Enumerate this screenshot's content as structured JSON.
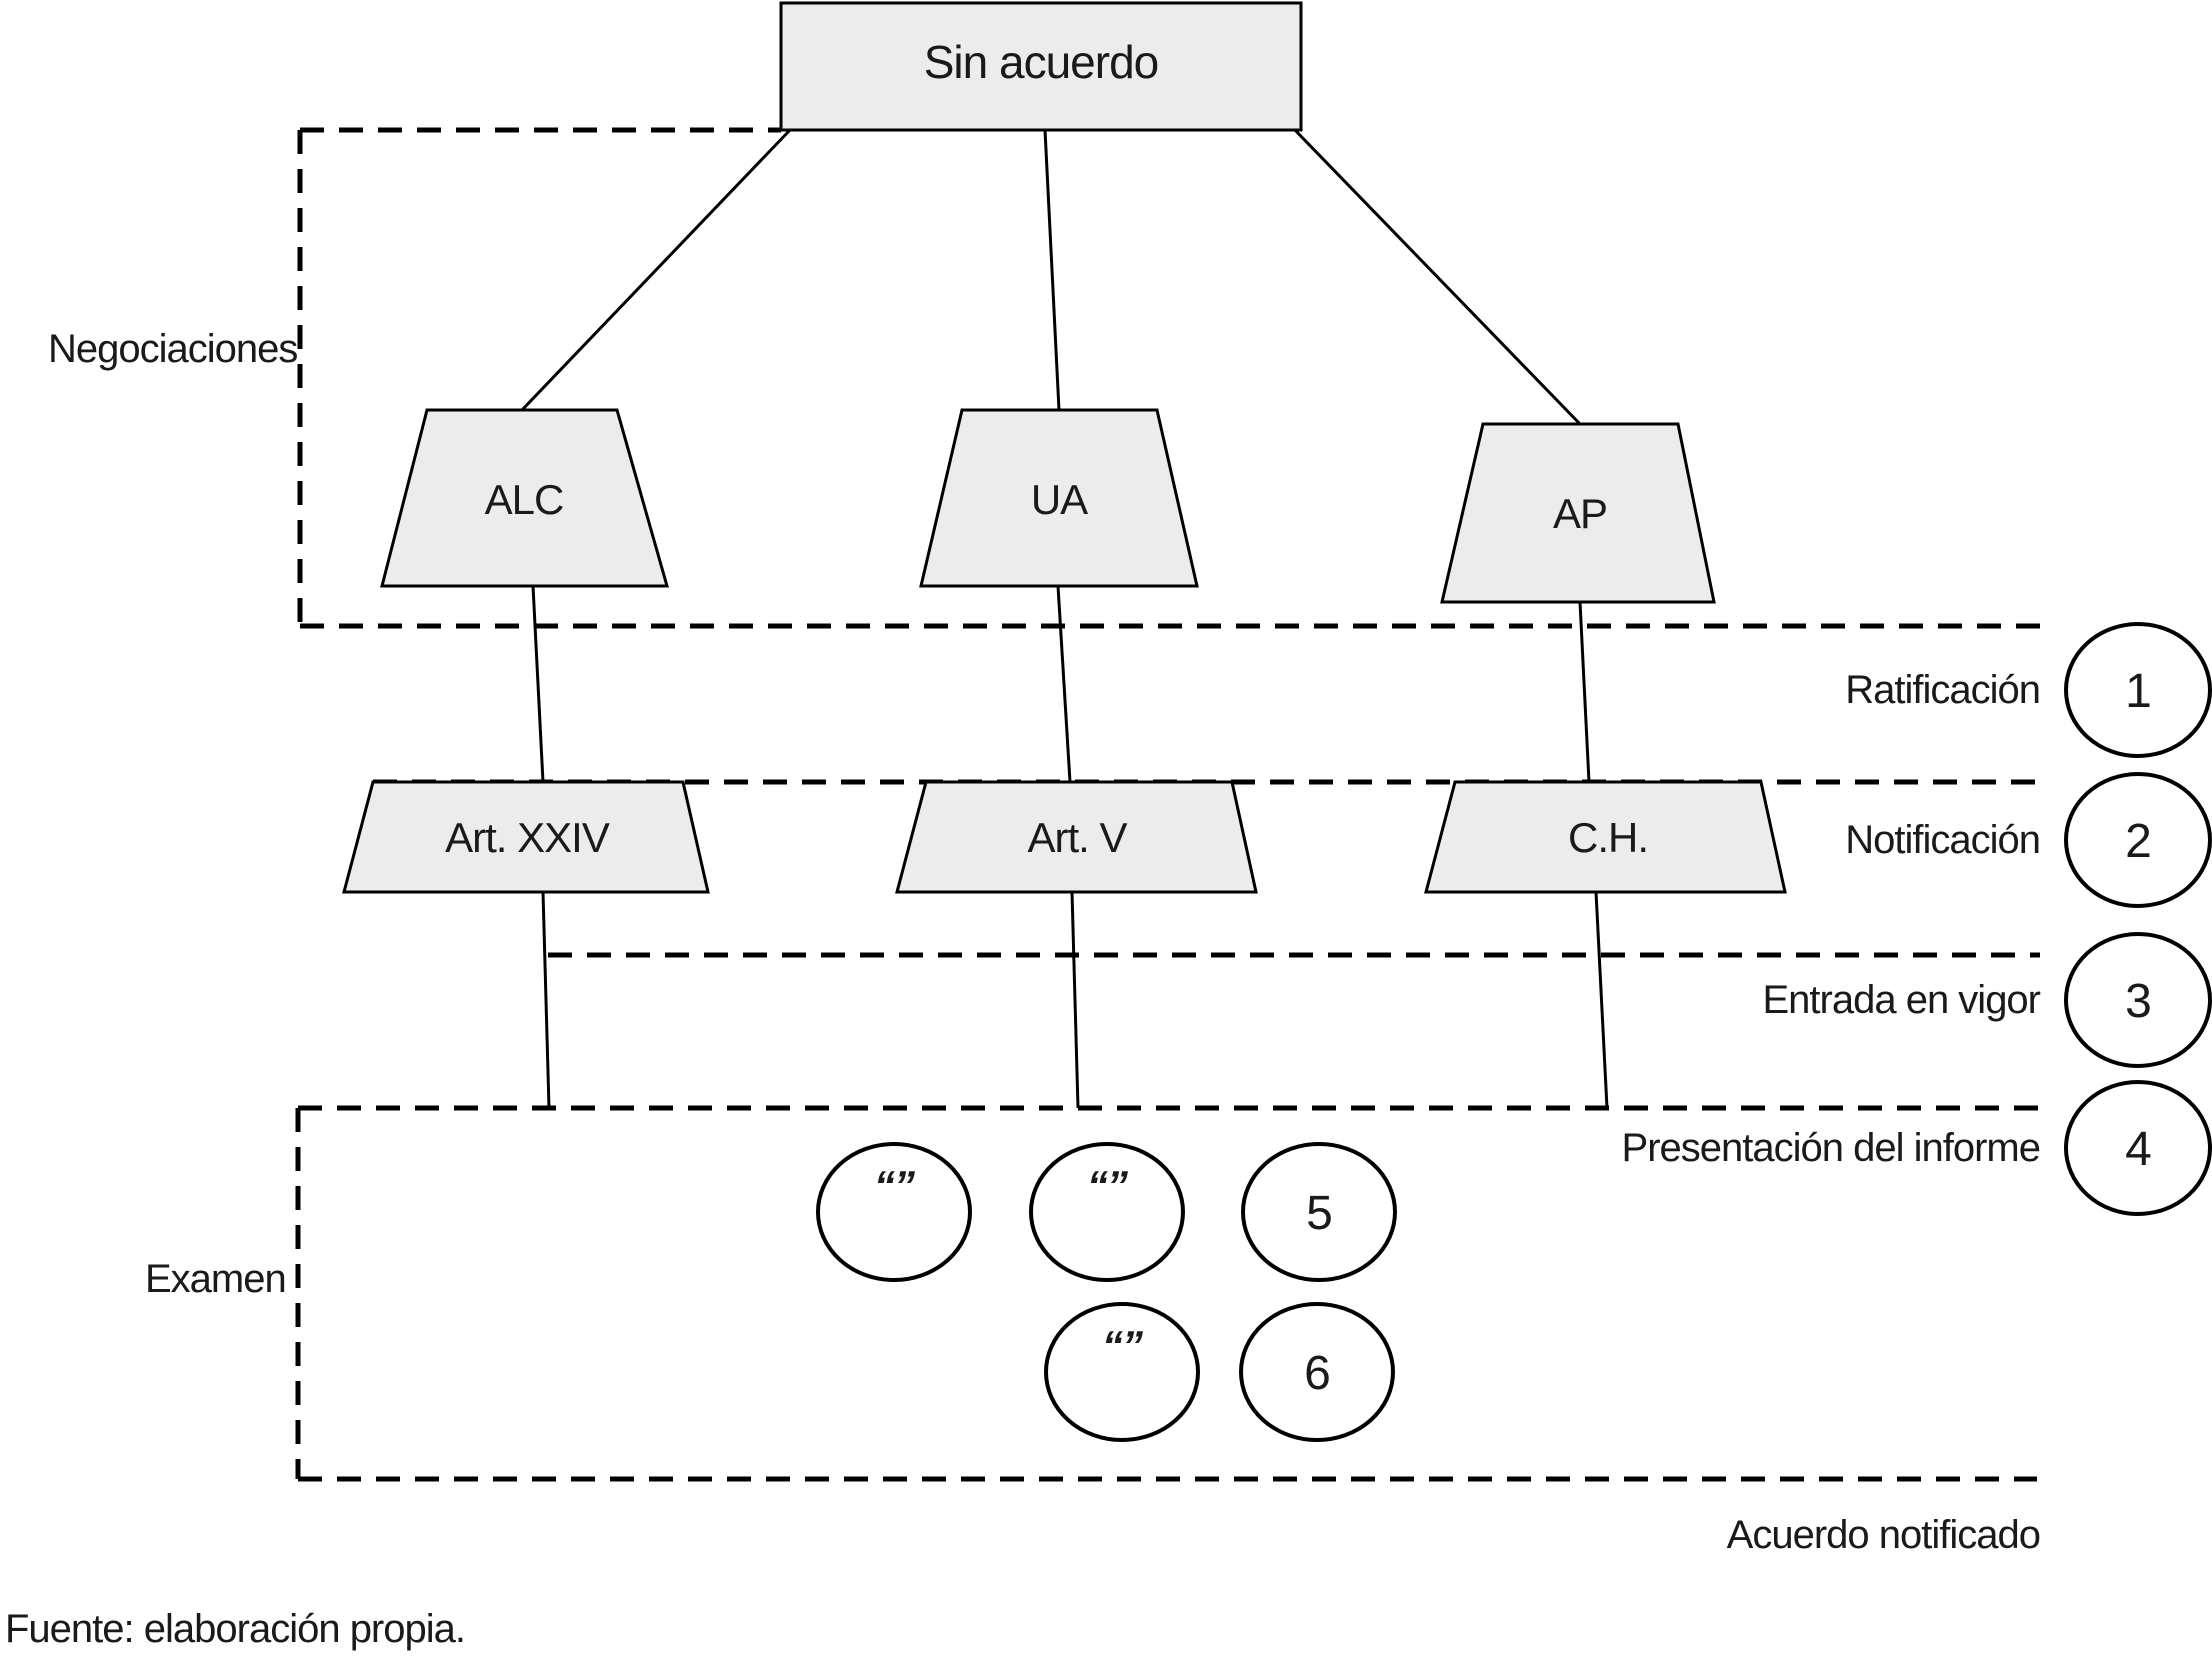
{
  "title_box": {
    "label": "Sin acuerdo"
  },
  "negotiation_shapes": [
    {
      "label": "ALC"
    },
    {
      "label": "UA"
    },
    {
      "label": "AP"
    }
  ],
  "notification_shapes": [
    {
      "label": "Art. XXIV"
    },
    {
      "label": "Art. V"
    },
    {
      "label": "C.H."
    }
  ],
  "stage_labels": [
    {
      "label": "Ratificación",
      "number": "1"
    },
    {
      "label": "Notificación",
      "number": "2"
    },
    {
      "label": "Entrada en vigor",
      "number": "3"
    },
    {
      "label": "Presentación del informe",
      "number": "4"
    }
  ],
  "region_labels": {
    "negotiations": "Negociaciones",
    "exam": "Examen",
    "agreement_notified": "Acuerdo notificado"
  },
  "exam_circles": [
    {
      "label": "“”"
    },
    {
      "label": "“”"
    },
    {
      "label": "5"
    },
    {
      "label": "“”"
    },
    {
      "label": "6"
    }
  ],
  "footer": {
    "source": "Fuente: elaboración propia."
  },
  "colors": {
    "shape_fill": "#ececec",
    "stroke": "#000000",
    "background": "#ffffff"
  }
}
